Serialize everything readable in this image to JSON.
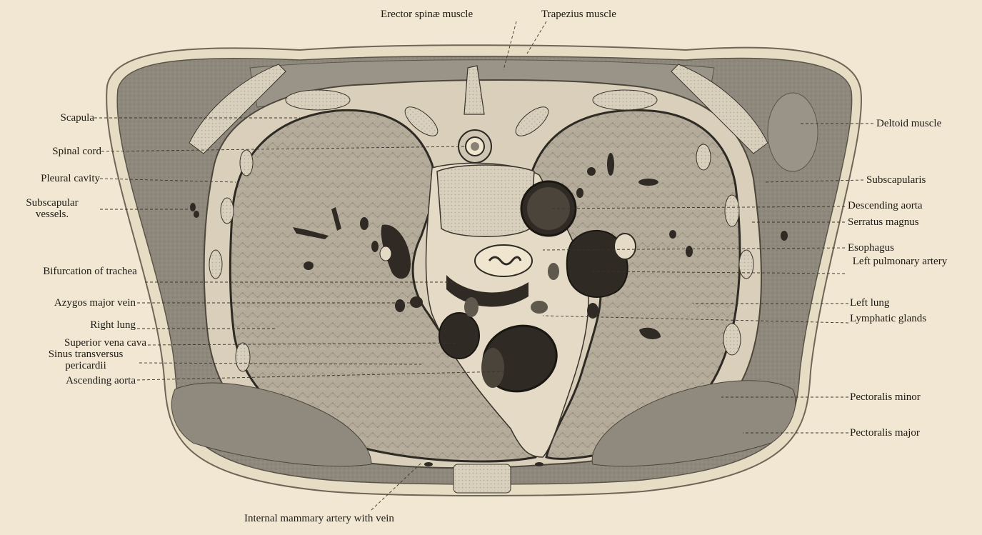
{
  "figure": {
    "labels": {
      "erector_spinae": "Erector spinæ muscle",
      "trapezius": "Trapezius muscle",
      "scapula": "Scapula",
      "spinal_cord": "Spinal cord",
      "pleural_cavity": "Pleural cavity",
      "subscapular_vessels": "Subscapular vessels.",
      "bifurcation_trachea": "Bifurcation of trachea",
      "azygos_vein": "Azygos major vein",
      "right_lung": "Right lung",
      "superior_vena_cava": "Superior vena cava",
      "sinus_transversus": "Sinus transversus pericardii",
      "ascending_aorta": "Ascending aorta",
      "deltoid": "Deltoid muscle",
      "subscapularis": "Subscapularis",
      "descending_aorta": "Descending aorta",
      "serratus_magnus": "Serratus magnus",
      "esophagus": "Esophagus",
      "left_pulmonary_artery": "Left pulmonary artery",
      "left_lung": "Left lung",
      "lymphatic_glands": "Lymphatic glands",
      "pectoralis_minor": "Pectoralis minor",
      "pectoralis_major": "Pectoralis major",
      "internal_mammary": "Internal mammary artery with vein"
    }
  }
}
